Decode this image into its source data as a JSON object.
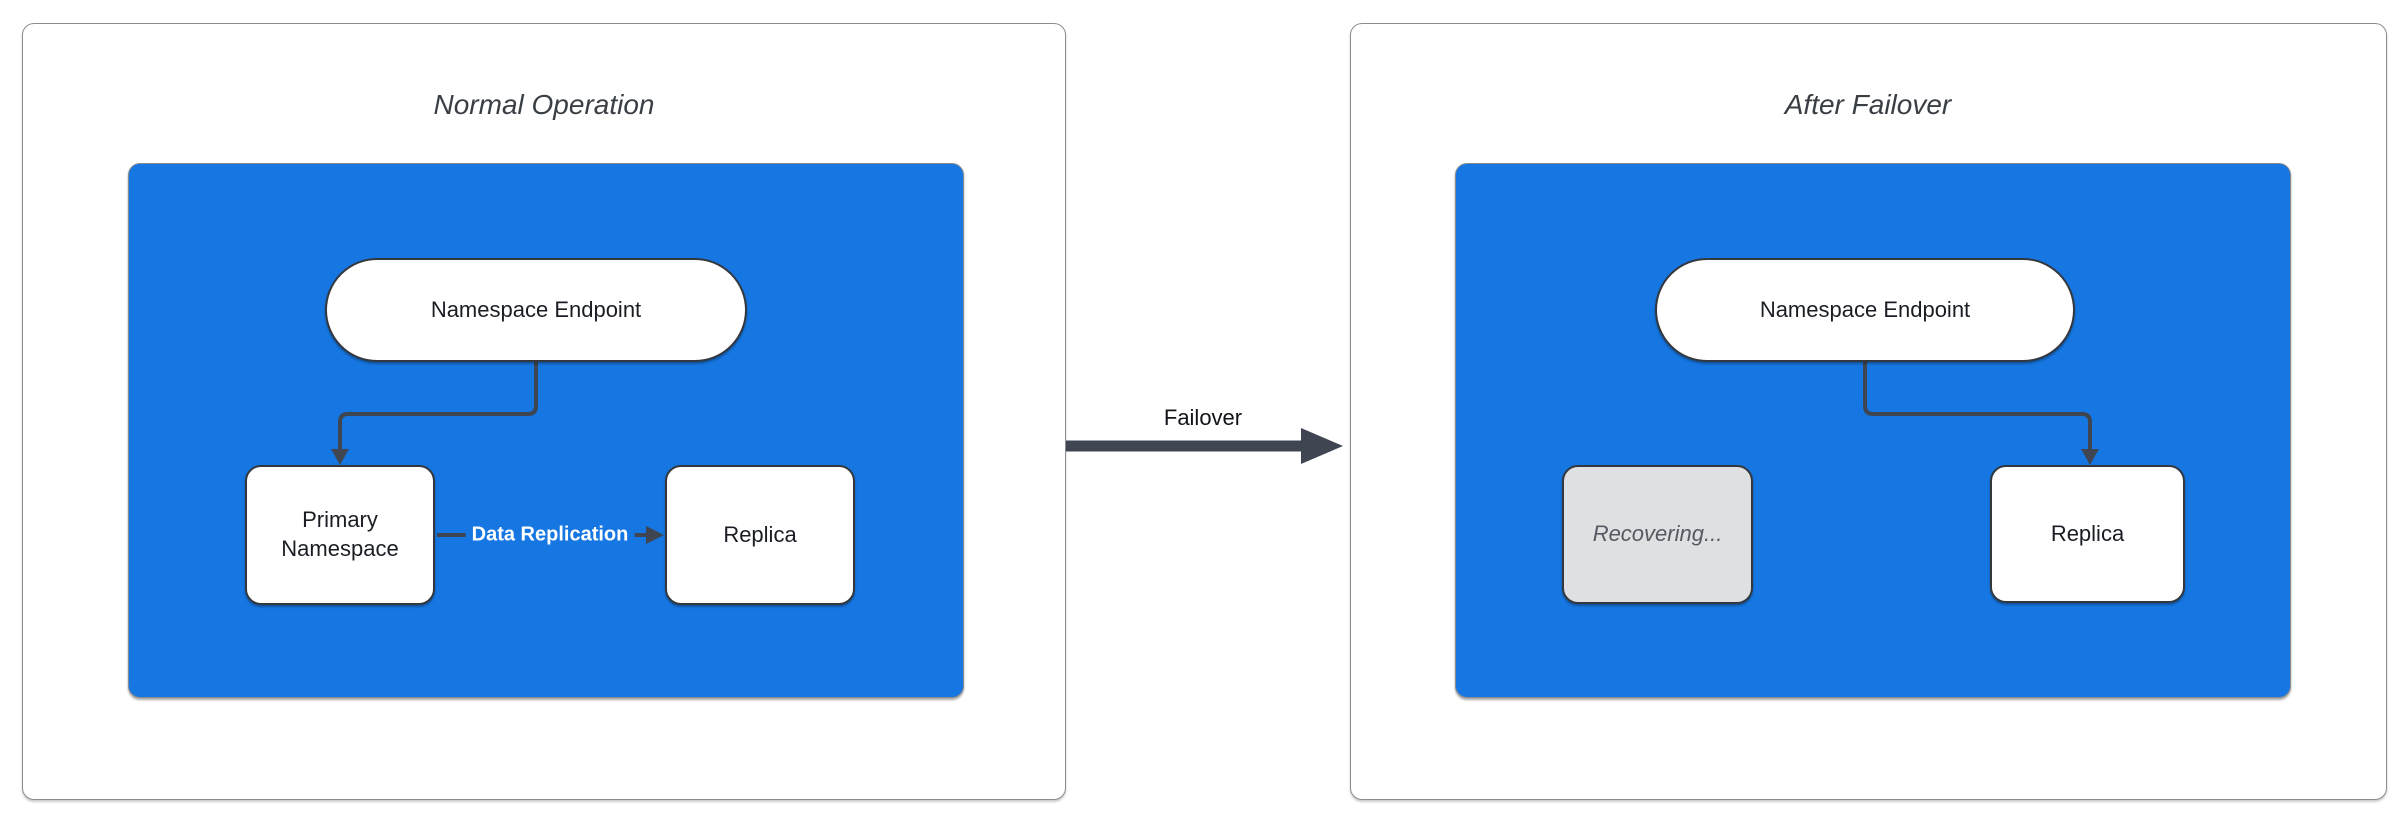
{
  "colors": {
    "container_fill": "#1677E2",
    "node_fill": "#FFFFFF",
    "recovering_fill": "#DFE0E2",
    "recovering_text": "#555A62",
    "arrow": "#3F4651",
    "panel_border": "#8A8D90",
    "node_border": "#33383F",
    "title_text": "#3A3F45",
    "node_text": "#1A1E24",
    "edge_label_text": "#FFFFFF"
  },
  "panels": {
    "normal": {
      "title": "Normal Operation",
      "endpoint_label": "Namespace Endpoint",
      "primary_label": "Primary Namespace",
      "replica_label": "Replica",
      "replication_edge_label": "Data Replication"
    },
    "failover": {
      "title": "After Failover",
      "endpoint_label": "Namespace Endpoint",
      "recovering_label": "Recovering...",
      "replica_label": "Replica"
    }
  },
  "transition": {
    "label": "Failover"
  }
}
